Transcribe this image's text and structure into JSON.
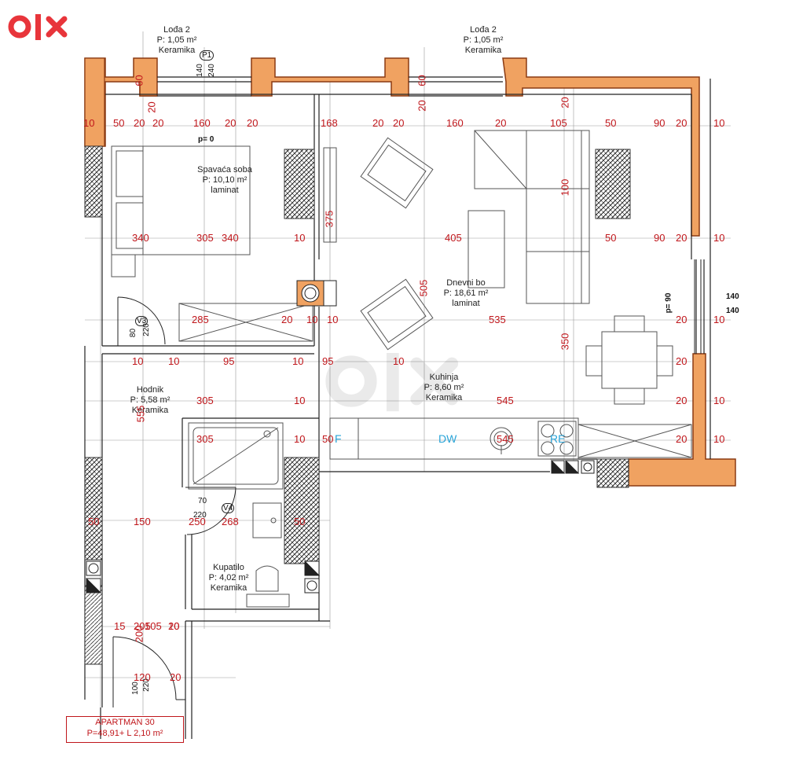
{
  "brand": {
    "logo_text": "OLX",
    "logo_color": "#e8353b"
  },
  "colors": {
    "wall_fill": "#f0a261",
    "wall_edge": "#8a3a12",
    "dimension": "#c0161b",
    "appliance": "#29a4d8"
  },
  "rooms": [
    {
      "id": "loggia-left",
      "name": "Lođa 2",
      "area": "P: 1,05 m²",
      "floor": "Keramika"
    },
    {
      "id": "loggia-right",
      "name": "Lođa 2",
      "area": "P: 1,05 m²",
      "floor": "Keramika"
    },
    {
      "id": "bedroom",
      "name": "Spavaća soba",
      "area": "P: 10,10 m²",
      "floor": "laminat"
    },
    {
      "id": "living",
      "name": "Dnevni bo",
      "area": "P: 18,61 m²",
      "floor": "laminat"
    },
    {
      "id": "kitchen",
      "name": "Kuhinja",
      "area": "P: 8,60 m²",
      "floor": "Keramika"
    },
    {
      "id": "hallway",
      "name": "Hodnik",
      "area": "P: 5,58 m²",
      "floor": "Keramika"
    },
    {
      "id": "bathroom",
      "name": "Kupatilo",
      "area": "P: 4,02 m²",
      "floor": "Keramika"
    }
  ],
  "appliances": {
    "fridge": "F",
    "dishwasher": "DW",
    "range": "RE",
    "sink_width": "545"
  },
  "marks": {
    "p1": "P1",
    "p0": "p= 0",
    "p90": "p= 90",
    "p1_sub_a": "140",
    "p1_sub_b": "240",
    "win_a": "140",
    "win_b": "140",
    "v3": "V3",
    "v3_h": "220",
    "v3_w": "80",
    "v4": "V4",
    "v4_w": "70",
    "v4_h": "220",
    "entry_w": "100",
    "entry_h": "220",
    "dim_120": "120"
  },
  "dimensions": {
    "top_row": [
      "10",
      "50",
      "20",
      "20",
      "160",
      "20",
      "20",
      "168",
      "20",
      "20",
      "160",
      "20",
      "105",
      "50",
      "90",
      "20",
      "10"
    ],
    "row_300": [
      "340",
      "305",
      "340",
      "10",
      "405",
      "50",
      "90",
      "20",
      "10"
    ],
    "row_405": [
      "285",
      "20",
      "10",
      "10",
      "535",
      "20",
      "10"
    ],
    "row_460": [
      "10",
      "10",
      "95",
      "10",
      "95",
      "10",
      "20"
    ],
    "row_510": [
      "305",
      "10",
      "545",
      "20",
      "10"
    ],
    "row_560": [
      "305",
      "10",
      "50",
      "545",
      "20",
      "10"
    ],
    "row_660": [
      "50",
      "150",
      "250",
      "268",
      "50"
    ],
    "row_795": [
      "15",
      "205",
      "105",
      "10",
      "20"
    ],
    "row_860": [
      "120",
      "20"
    ],
    "verticals": [
      "60",
      "20",
      "60",
      "20",
      "20",
      "375",
      "100",
      "505",
      "350",
      "555",
      "200"
    ]
  },
  "title_box": {
    "line1": "APARTMAN 30",
    "line2": "P=48,91+ L 2,10 m²"
  }
}
